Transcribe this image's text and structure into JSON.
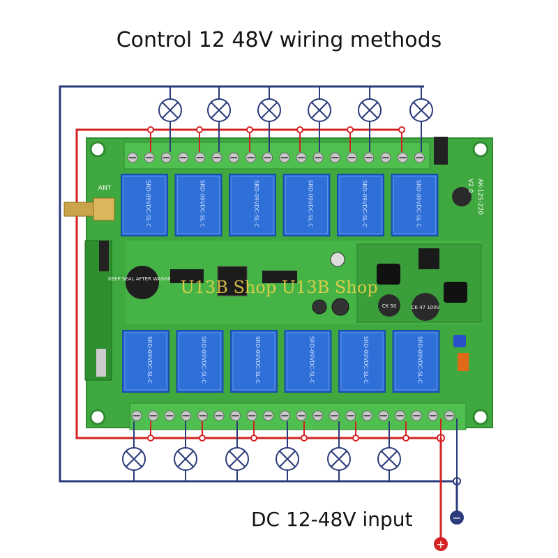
{
  "title": "Control 12 48V wiring methods",
  "input_label": "DC 12-48V input",
  "board": {
    "model": "AK-12S-220",
    "version": "V2.0",
    "antenna_label": "ANT",
    "relay_text": "SRD-09VDC-SL-C",
    "watermark": "U13B Shop U13B Shop",
    "buzzer_label": "KEEP SEAL AFTER WASHING",
    "cap_labels": [
      "CK 50",
      "CK 47 100V"
    ]
  },
  "terminals": {
    "positive": "+",
    "negative": "−"
  },
  "colors": {
    "positive_wire": "#d42222",
    "negative_wire": "#2a3a7a",
    "pcb_green": "#3fa83f",
    "relay_blue": "#2e6fd8"
  },
  "lamps": {
    "top_count": 6,
    "bottom_count": 6
  }
}
